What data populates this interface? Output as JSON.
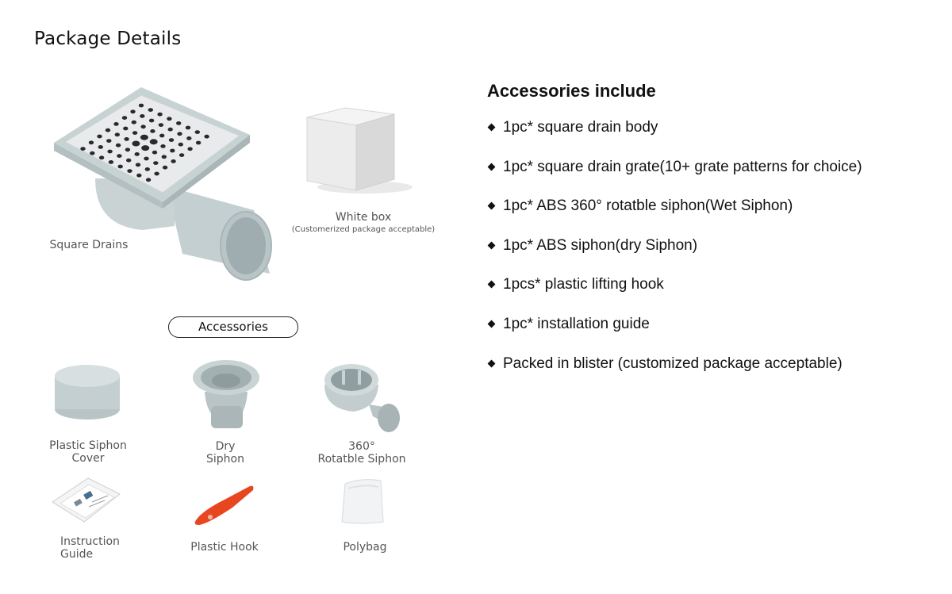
{
  "page": {
    "title": "Package Details"
  },
  "products": {
    "square_drains_label": "Square Drains",
    "white_box_label": "White box",
    "white_box_note": "(Customerized package acceptable)",
    "accessories_pill": "Accessories"
  },
  "accessory_items": [
    {
      "line1": "Plastic Siphon",
      "line2": "Cover"
    },
    {
      "line1": "Dry",
      "line2": "Siphon"
    },
    {
      "line1": "360°",
      "line2": "Rotatble Siphon"
    },
    {
      "line1": "Instruction",
      "line2": "Guide"
    },
    {
      "line1": "Plastic Hook",
      "line2": ""
    },
    {
      "line1": "Polybag",
      "line2": ""
    }
  ],
  "accessories_include": {
    "heading": "Accessories include",
    "items": [
      "1pc* square drain body",
      "1pc* square drain grate(10+ grate patterns for choice)",
      "1pc* ABS 360° rotatble siphon(Wet Siphon)",
      "1pc* ABS siphon(dry Siphon)",
      "1pcs* plastic lifting hook",
      "1pc* installation guide",
      "Packed in blister  (customized package acceptable)"
    ]
  },
  "colors": {
    "drain_gray": "#c9d3d4",
    "grate_steel": "#e6e8ea",
    "hook_orange": "#e8461f",
    "text": "#111111"
  }
}
